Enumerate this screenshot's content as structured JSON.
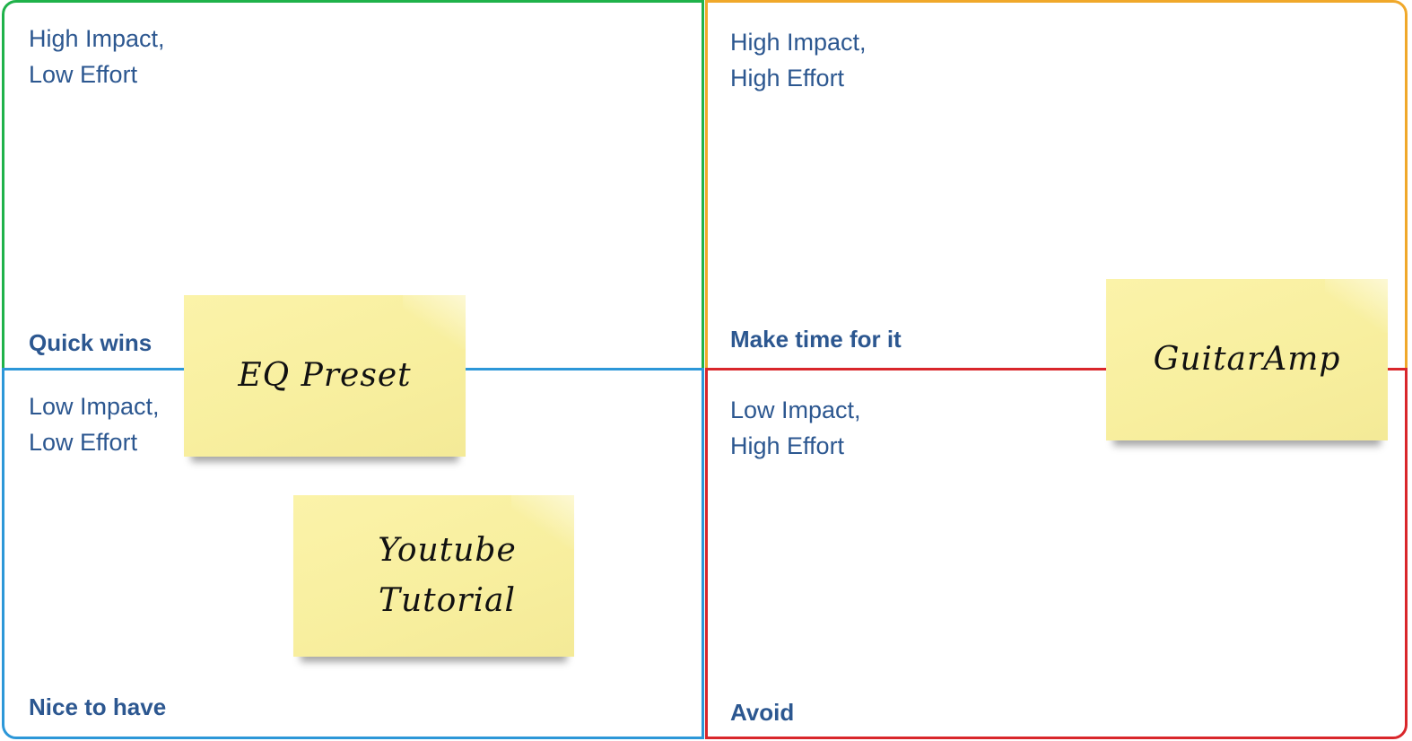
{
  "colors": {
    "quick_wins": "#1fb24a",
    "make_time": "#f0a82a",
    "nice_to_have": "#2c97d8",
    "avoid": "#d9262b",
    "label_text": "#2c5790",
    "sticky_note": "#f8ef9f"
  },
  "quadrants": {
    "top_left": {
      "title_line1": "High Impact,",
      "title_line2": "Low Effort",
      "footer": "Quick wins"
    },
    "top_right": {
      "title_line1": "High Impact,",
      "title_line2": "High Effort",
      "footer": "Make time for it"
    },
    "bottom_left": {
      "title_line1": "Low Impact,",
      "title_line2": "Low Effort",
      "footer": "Nice to have"
    },
    "bottom_right": {
      "title_line1": "Low Impact,",
      "title_line2": "High Effort",
      "footer": "Avoid"
    }
  },
  "notes": {
    "eq_preset": {
      "line1": "EQ Preset"
    },
    "youtube_tutorial": {
      "line1": "Youtube",
      "line2": "Tutorial"
    },
    "guitar_amp": {
      "line1": "GuitarAmp"
    }
  }
}
